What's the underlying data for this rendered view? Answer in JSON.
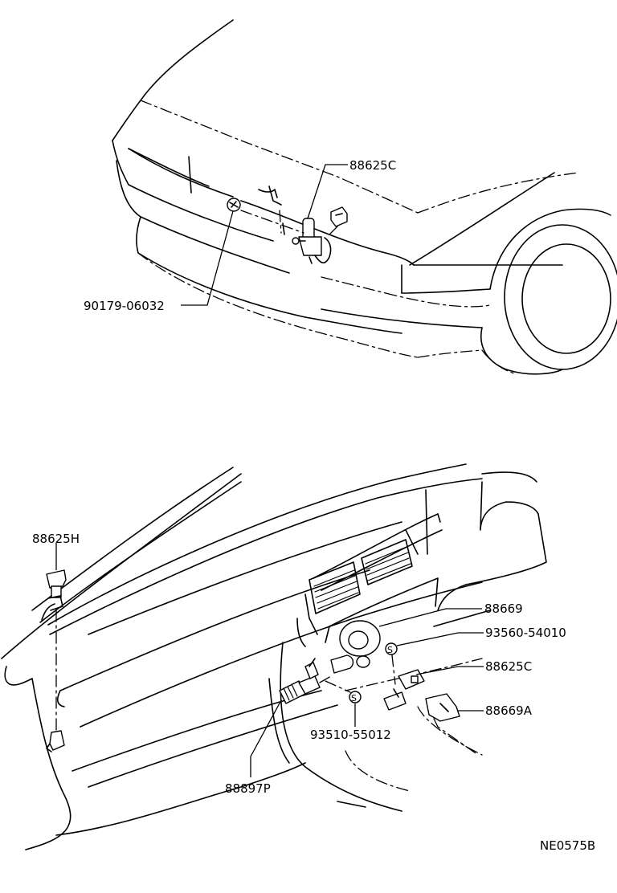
{
  "figure_code": "NE0575B",
  "top_view": {
    "callouts": [
      {
        "id": "washer_nozzle_front",
        "label": "88625C"
      },
      {
        "id": "hose_clip_front",
        "label": "90179-06032"
      }
    ]
  },
  "bottom_view": {
    "callouts": [
      {
        "id": "washer_nozzle_pillar",
        "label": "88625H"
      },
      {
        "id": "grommet",
        "label": "88669"
      },
      {
        "id": "screw_upper",
        "label": "93560-54010"
      },
      {
        "id": "washer_nozzle_dash",
        "label": "88625C"
      },
      {
        "id": "clip",
        "label": "88669A"
      },
      {
        "id": "screw_lower",
        "label": "93510-55012"
      },
      {
        "id": "connector",
        "label": "88897P"
      }
    ],
    "screw_marker": "S"
  }
}
